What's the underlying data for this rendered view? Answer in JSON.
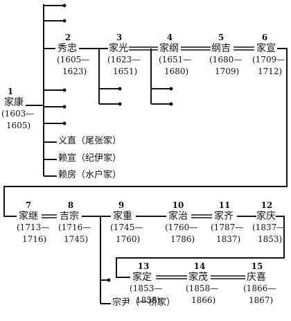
{
  "shoguns": [
    {
      "num": "1",
      "name": "家康",
      "start": "(1603—",
      "end": "1605)"
    },
    {
      "num": "2",
      "name": "秀忠",
      "start": "(1605—",
      "end": "1623)"
    },
    {
      "num": "3",
      "name": "家光",
      "start": "(1623—",
      "end": "1651)"
    },
    {
      "num": "4",
      "name": "家纲",
      "start": "(1651—",
      "end": "1680)"
    },
    {
      "num": "5",
      "name": "纲吉",
      "start": "(1680—",
      "end": "1709)"
    },
    {
      "num": "6",
      "name": "家宣",
      "start": "(1709—",
      "end": "1712)"
    },
    {
      "num": "7",
      "name": "家继",
      "start": "(1713—",
      "end": "1716)"
    },
    {
      "num": "8",
      "name": "吉宗",
      "start": "(1716—",
      "end": "1745)"
    },
    {
      "num": "9",
      "name": "家重",
      "start": "(1745—",
      "end": "1760)"
    },
    {
      "num": "10",
      "name": "家治",
      "start": "(1760—",
      "end": "1786)"
    },
    {
      "num": "11",
      "name": "家齐",
      "start": "(1787—",
      "end": "1837)"
    },
    {
      "num": "12",
      "name": "家庆",
      "start": "(1837—",
      "end": "1853)"
    },
    {
      "num": "13",
      "name": "家定",
      "start": "(1853—",
      "end": "1858)"
    },
    {
      "num": "14",
      "name": "家茂",
      "start": "(1858—",
      "end": "1866)"
    },
    {
      "num": "15",
      "name": "庆喜",
      "start": "(1866—",
      "end": "1867)"
    }
  ],
  "branches": {
    "owari": "义直（尾张家）",
    "kii": "赖宣（纪伊家）",
    "mito": "赖房（水户家）",
    "hitotsubashi": "宗尹（一桥家）"
  }
}
